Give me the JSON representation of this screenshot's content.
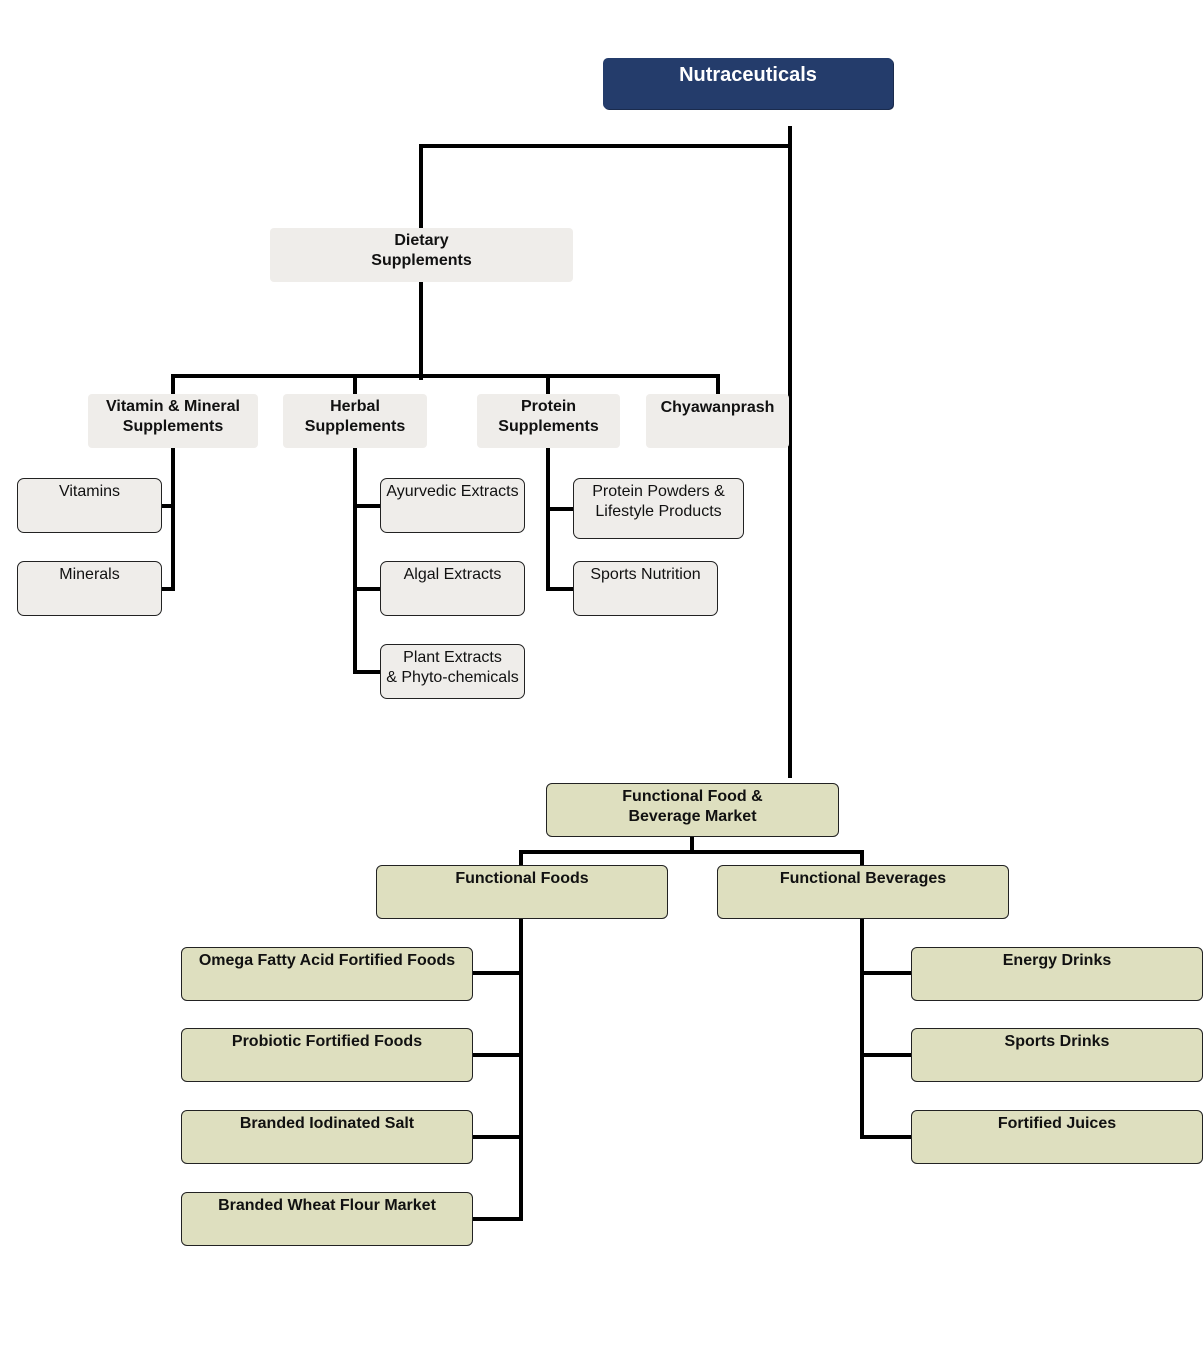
{
  "root": {
    "label": "Nutraceuticals"
  },
  "dietary": {
    "line1": "Dietary",
    "line2": "Supplements"
  },
  "vitamin_mineral": {
    "line1": "Vitamin & Mineral",
    "line2": "Supplements"
  },
  "herbal": {
    "line1": "Herbal",
    "line2": "Supplements"
  },
  "protein": {
    "line1": "Protein",
    "line2": "Supplements"
  },
  "chyawanprash": {
    "label": "Chyawanprash"
  },
  "vitamins": {
    "label": "Vitamins"
  },
  "minerals": {
    "label": "Minerals"
  },
  "ayurvedic": {
    "label": "Ayurvedic Extracts"
  },
  "algal": {
    "label": "Algal Extracts"
  },
  "plant": {
    "line1": "Plant Extracts",
    "line2": "& Phyto-chemicals"
  },
  "protein_powders": {
    "line1": "Protein Powders &",
    "line2": "Lifestyle Products"
  },
  "sports_nutrition": {
    "label": "Sports Nutrition"
  },
  "ffb": {
    "line1": "Functional Food &",
    "line2": "Beverage Market"
  },
  "functional_foods": {
    "label": "Functional Foods"
  },
  "functional_beverages": {
    "label": "Functional Beverages"
  },
  "omega": {
    "label": "Omega Fatty Acid Fortified Foods"
  },
  "probiotic": {
    "label": "Probiotic Fortified Foods"
  },
  "salt": {
    "label": "Branded Iodinated Salt"
  },
  "wheat": {
    "label": "Branded Wheat Flour Market"
  },
  "energy": {
    "label": "Energy Drinks"
  },
  "sports_drinks": {
    "label": "Sports Drinks"
  },
  "juices": {
    "label": "Fortified Juices"
  }
}
